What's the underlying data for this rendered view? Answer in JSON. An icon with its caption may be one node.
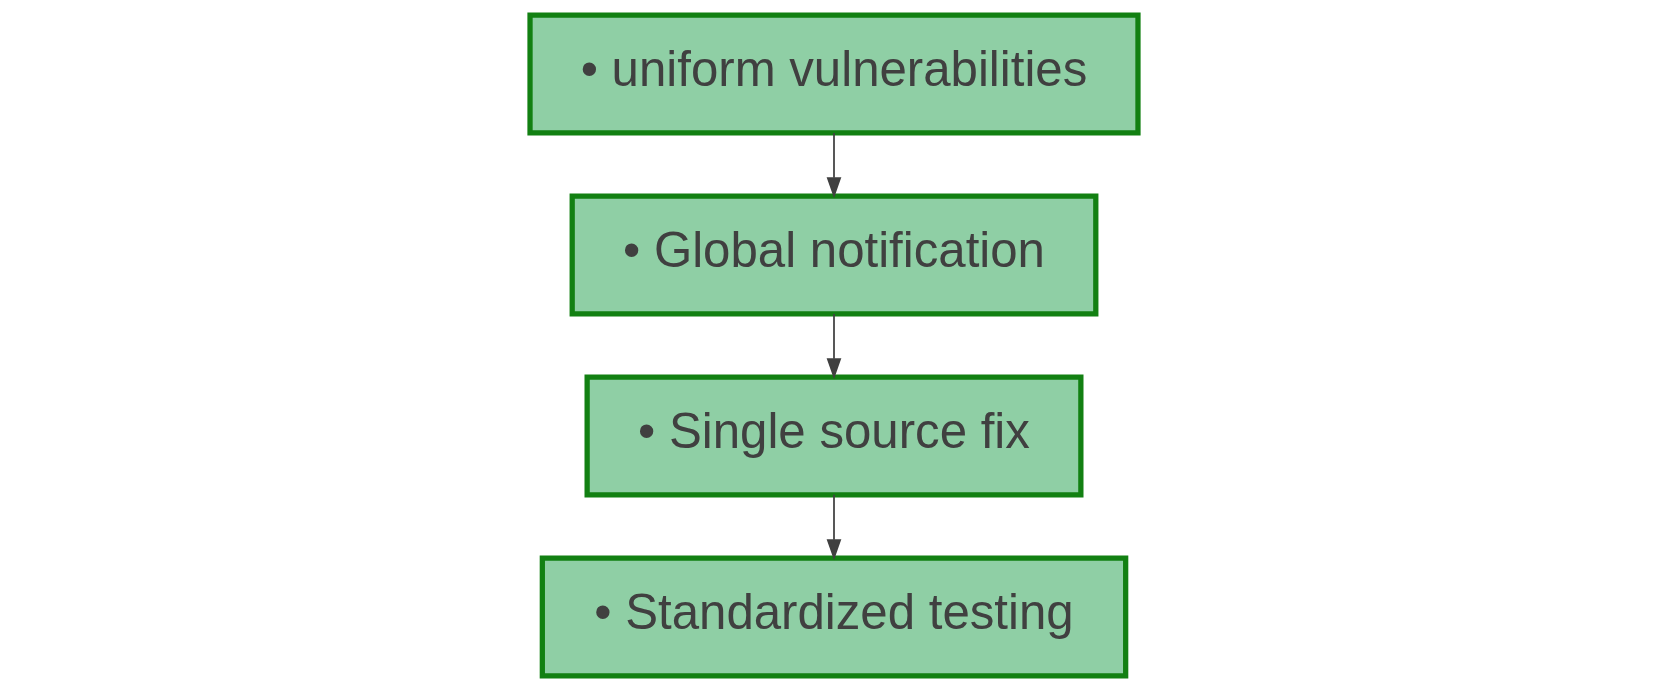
{
  "diagram": {
    "nodes": [
      {
        "text": [
          "• uniform vulnerabilities"
        ]
      },
      {
        "text": [
          "• Global notification"
        ]
      },
      {
        "text": [
          "• Single source fix"
        ]
      },
      {
        "text": [
          "• Standardized testing"
        ]
      }
    ],
    "edges": [
      {
        "from": 0,
        "to": 1,
        "arrow": "to"
      },
      {
        "from": 1,
        "to": 2,
        "arrow": "to"
      },
      {
        "from": 2,
        "to": 3,
        "arrow": "to"
      }
    ]
  }
}
